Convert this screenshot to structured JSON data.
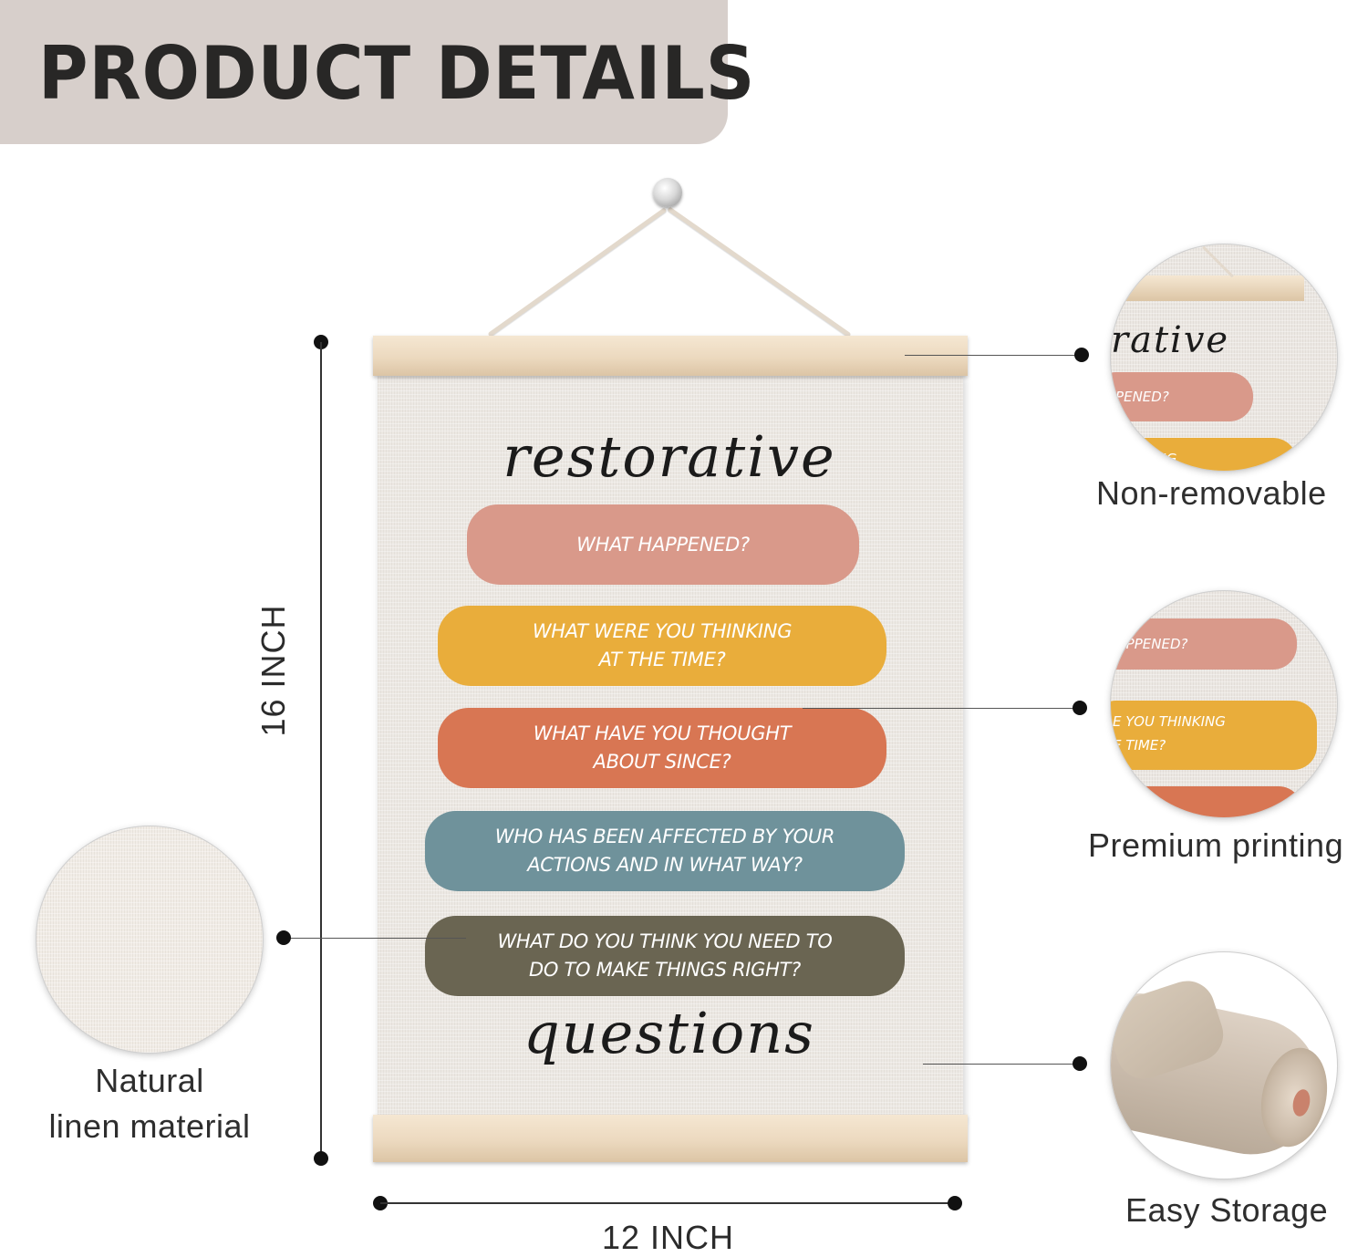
{
  "header": {
    "title": "PRODUCT DETAILS"
  },
  "poster": {
    "title_top": "restorative",
    "title_bottom": "questions",
    "questions": [
      {
        "text": "WHAT HAPPENED?",
        "color": "#d9998a"
      },
      {
        "text": "WHAT WERE YOU  THINKING\nAT  THE  TIME?",
        "color": "#e9ad3b"
      },
      {
        "text": "WHAT HAVE YOU THOUGHT\nABOUT SINCE?",
        "color": "#d87653"
      },
      {
        "text": "WHO HAS BEEN AFFECTED BY YOUR\nACTIONS AND IN WHAT WAY?",
        "color": "#6f929b"
      },
      {
        "text": "WHAT DO YOU THINK YOU NEED TO\nDO TO MAKE THINGS RIGHT?",
        "color": "#6a6552"
      }
    ]
  },
  "dimensions": {
    "height": "16 INCH",
    "width": "12 INCH"
  },
  "features": {
    "non_removable": {
      "label": "Non-removable",
      "crop_text": "rative",
      "crop_pill1": "PPENED?",
      "crop_pill2": "NKING"
    },
    "premium_printing": {
      "label": "Premium printing",
      "crop_pill1": "IAPPENED?",
      "crop_pill2a": "E YOU  THINKING",
      "crop_pill2b": "E  TIME?"
    },
    "natural_linen": {
      "label_line1": "Natural",
      "label_line2": "linen material"
    },
    "easy_storage": {
      "label": "Easy Storage"
    }
  },
  "colors": {
    "header_bg": "#d7cfcb",
    "wood": "#ecd9bf",
    "linen": "#ece8e3"
  }
}
